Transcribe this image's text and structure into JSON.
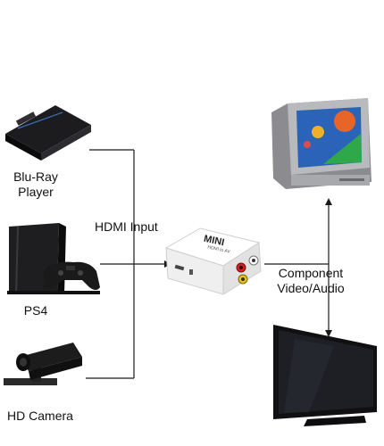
{
  "sources": [
    {
      "name": "blu-ray-player",
      "label_line1": "Blu-Ray",
      "label_line2": "Player"
    },
    {
      "name": "ps4",
      "label_line1": "PS4"
    },
    {
      "name": "hd-camera",
      "label_line1": "HD Camera"
    }
  ],
  "converter": {
    "brand": "MINI",
    "subtitle": "HDMI to AV"
  },
  "input_label": "HDMI Input",
  "output_label_line1": "Component",
  "output_label_line2": "Video/Audio",
  "displays": [
    "crt-tv-icon",
    "flat-tv-icon"
  ],
  "colors": {
    "line": "#1a1a1a",
    "box": "#f2f2f2",
    "rca_red": "#d42020",
    "rca_yellow": "#e6c21a",
    "rca_white": "#fafafa"
  }
}
